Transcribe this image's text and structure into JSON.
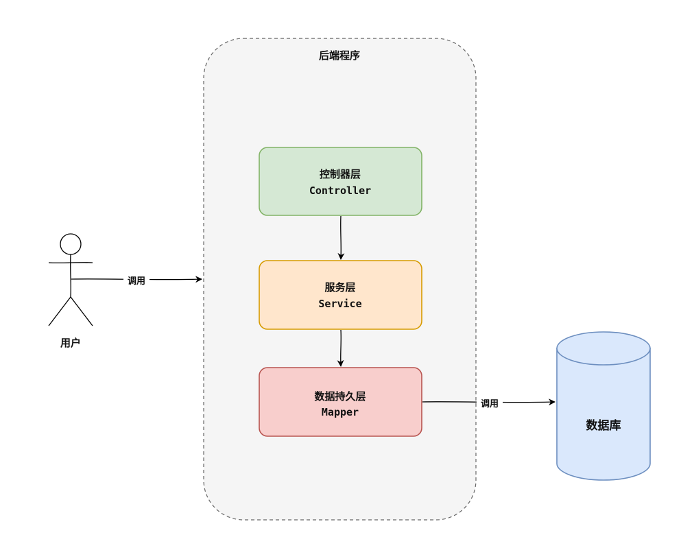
{
  "container": {
    "title": "后端程序",
    "fill": "#f5f5f5",
    "stroke": "#666666"
  },
  "layers": [
    {
      "name": "控制器层",
      "sub": "Controller",
      "fill": "#d5e8d4",
      "stroke": "#82b366"
    },
    {
      "name": "服务层",
      "sub": "Service",
      "fill": "#ffe6cc",
      "stroke": "#d79b00"
    },
    {
      "name": "数据持久层",
      "sub": "Mapper",
      "fill": "#f8cecc",
      "stroke": "#b85450"
    }
  ],
  "actor": {
    "label": "用户"
  },
  "database": {
    "label": "数据库",
    "fill": "#dae8fc",
    "stroke": "#6c8ebf"
  },
  "edges": {
    "user_call": "调用",
    "db_call": "调用"
  }
}
